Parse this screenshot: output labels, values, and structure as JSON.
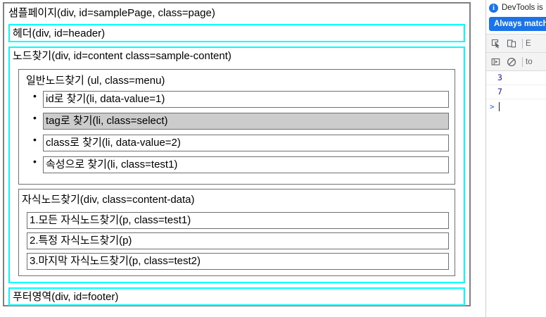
{
  "page": {
    "title": "샘플페이지(div, id=samplePage, class=page)",
    "header_label": "헤더(div, id=header)",
    "content_label": "노드찾기(div, id=content class=sample-content)",
    "footer_label": "푸터영역(div, id=footer)",
    "menu": {
      "label": "일반노드찾기 (ul, class=menu)",
      "items": [
        {
          "text": "id로 찾기(li, data-value=1)",
          "selected": false
        },
        {
          "text": "tag로 찾기(li, class=select)",
          "selected": true
        },
        {
          "text": "class로 찾기(li, data-value=2)",
          "selected": false
        },
        {
          "text": "속성으로 찾기(li, class=test1)",
          "selected": false
        }
      ]
    },
    "content_data": {
      "label": "자식노드찾기(div, class=content-data)",
      "paragraphs": [
        "1.모든 자식노드찾기(p, class=test1)",
        "2.특정 자식노드찾기(p)",
        "3.마지막 자식노드찾기(p, class=test2)"
      ]
    }
  },
  "devtools": {
    "info_icon": "info-icon",
    "info_text": "DevTools is",
    "always_match_button": "Always match",
    "toolbar": {
      "inspect_icon": "inspect-element-icon",
      "device_icon": "device-toolbar-icon",
      "tab_label": "E"
    },
    "toolbar2": {
      "context_icon": "execution-context-icon",
      "clear_icon": "clear-console-icon",
      "context_label": "to"
    },
    "console": {
      "outputs": [
        "3",
        "7"
      ],
      "prompt_symbol": ">",
      "input_value": ""
    }
  },
  "colors": {
    "outline_cyan": "#00ffff",
    "box_gray": "#707070",
    "selected_gray": "#cccccc",
    "accent_blue": "#1a73e8",
    "console_value_blue": "#1a1aa6"
  }
}
